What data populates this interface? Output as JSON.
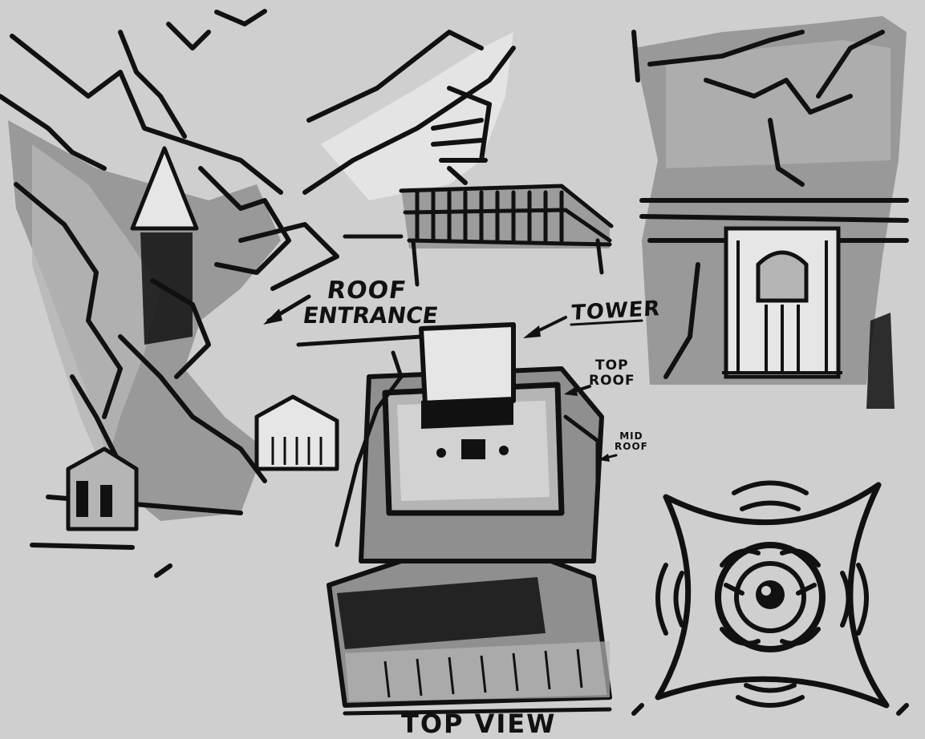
{
  "labels": {
    "roof_entrance_1": "Roof",
    "roof_entrance_2": "Entrance",
    "tower": "Tower",
    "top_roof_1": "Top",
    "top_roof_2": "Roof",
    "mid_roof_1": "Mid",
    "mid_roof_2": "Roof",
    "top_view": "Top View"
  },
  "colors": {
    "paper": "#cfcfcf",
    "ink": "#111111",
    "mid_gray": "#8f8f8f",
    "light_gray": "#b5b5b5",
    "white_plane": "#e6e6e6"
  }
}
